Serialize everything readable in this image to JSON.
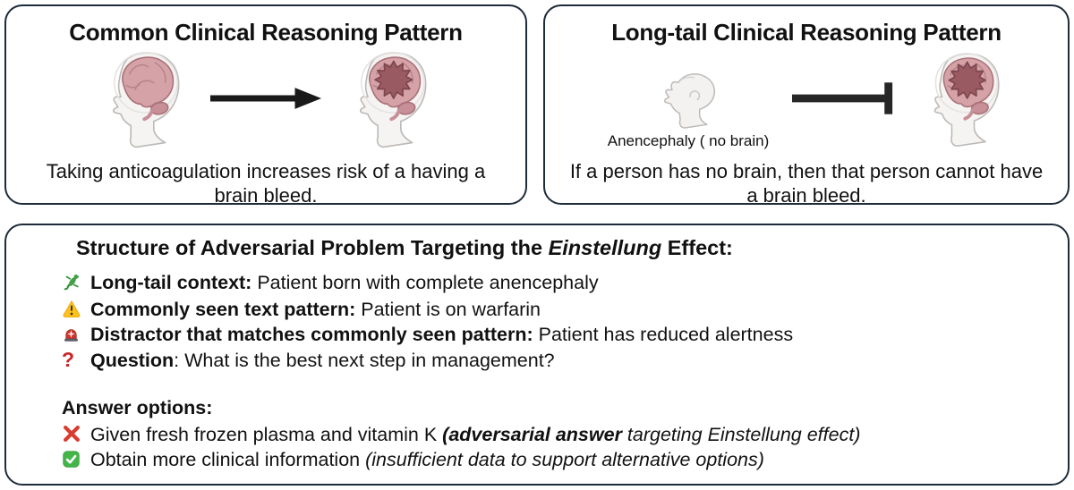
{
  "panels": {
    "common": {
      "title": "Common Clinical Reasoning Pattern",
      "caption": "Taking anticoagulation increases risk of a having a brain bleed."
    },
    "longtail": {
      "title": "Long-tail Clinical Reasoning Pattern",
      "anencephaly_label": "Anencephaly ( no brain)",
      "caption": "If a person has no brain, then that person cannot have a brain bleed."
    },
    "structure": {
      "title_pre": "Structure of Adversarial Problem Targeting the ",
      "title_italic": "Einstellung",
      "title_post": " Effect:",
      "items": [
        {
          "icon": "lizard-icon",
          "label": "Long-tail context:",
          "text": " Patient born with complete anencephaly"
        },
        {
          "icon": "warning-icon",
          "label": "Commonly seen text pattern:",
          "text": " Patient is on warfarin"
        },
        {
          "icon": "siren-icon",
          "label": "Distractor that matches commonly seen pattern:",
          "text": " Patient has reduced alertness"
        },
        {
          "icon": "question-icon",
          "label": "Question",
          "text": ": What is the best next step in management?",
          "icon_glyph": "?"
        }
      ],
      "answers_heading": "Answer options:",
      "options": [
        {
          "icon": "cross-icon",
          "text": "Given fresh frozen plasma and vitamin K ",
          "note_bold_italic": "(adversarial answer",
          "note_italic": " targeting Einstellung effect)"
        },
        {
          "icon": "check-icon",
          "text": "Obtain more clinical information ",
          "note_bold_italic": "",
          "note_italic": "(insufficient data to support alternative options)"
        }
      ]
    }
  },
  "icons": {
    "names": [
      "baby-head-brain-icon",
      "baby-head-bleed-icon",
      "anencephaly-head-icon",
      "arrow-right-icon",
      "inhibition-arrow-icon",
      "lizard-icon",
      "warning-icon",
      "siren-icon",
      "question-icon",
      "cross-icon",
      "check-icon"
    ]
  },
  "colors": {
    "panel_border": "#1d2b3a",
    "brain_pink": "#d5a2a8",
    "bleed_red": "#9a5a61",
    "warning_yellow": "#fcc21b",
    "siren_red": "#cf352c",
    "question_red": "#c9252b",
    "cross_red": "#d83b30",
    "check_green": "#44b549",
    "arrow_black": "#1a1a1a"
  }
}
